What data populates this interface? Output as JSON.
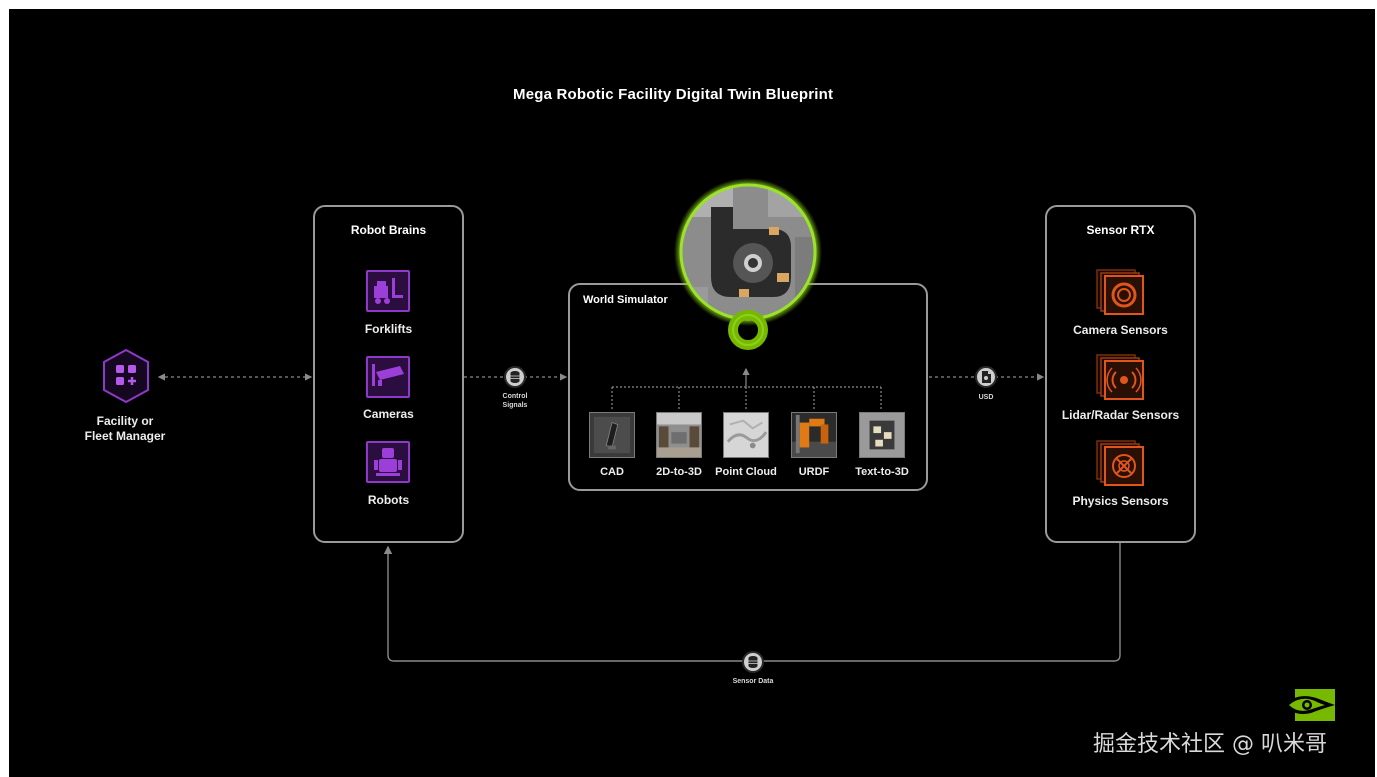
{
  "diagram": {
    "title": "Mega Robotic Facility Digital Twin Blueprint",
    "facility_manager": {
      "line1": "Facility or",
      "line2": "Fleet Manager",
      "icon": "grid-apps-icon"
    },
    "robot_brains": {
      "title": "Robot Brains",
      "items": [
        {
          "label": "Forklifts",
          "icon": "forklift-icon"
        },
        {
          "label": "Cameras",
          "icon": "security-camera-icon"
        },
        {
          "label": "Robots",
          "icon": "robot-icon"
        }
      ]
    },
    "control_signals": {
      "line1": "Control",
      "line2": "Signals",
      "icon": "database-icon"
    },
    "world_simulator": {
      "title": "World Simulator",
      "inputs": [
        {
          "label": "CAD",
          "icon": "cad-thumbnail"
        },
        {
          "label": "2D-to-3D",
          "icon": "warehouse-thumbnail"
        },
        {
          "label": "Point Cloud",
          "icon": "point-cloud-thumbnail"
        },
        {
          "label": "URDF",
          "icon": "robot-arm-thumbnail"
        },
        {
          "label": "Text-to-3D",
          "icon": "boxes-thumbnail"
        }
      ]
    },
    "usd": {
      "label": "USD",
      "icon": "usd-file-icon"
    },
    "sensor_rtx": {
      "title": "Sensor RTX",
      "items": [
        {
          "label": "Camera Sensors",
          "icon": "camera-sensor-icon"
        },
        {
          "label": "Lidar/Radar Sensors",
          "icon": "lidar-sensor-icon"
        },
        {
          "label": "Physics Sensors",
          "icon": "physics-sensor-icon"
        }
      ]
    },
    "sensor_data": {
      "label": "Sensor Data",
      "icon": "database-icon"
    }
  },
  "watermark": {
    "text": "掘金技术社区 @ 叭米哥"
  },
  "colors": {
    "accent_purple": "#8e39c9",
    "accent_orange": "#e0561a",
    "nvidia_green": "#76b900"
  }
}
